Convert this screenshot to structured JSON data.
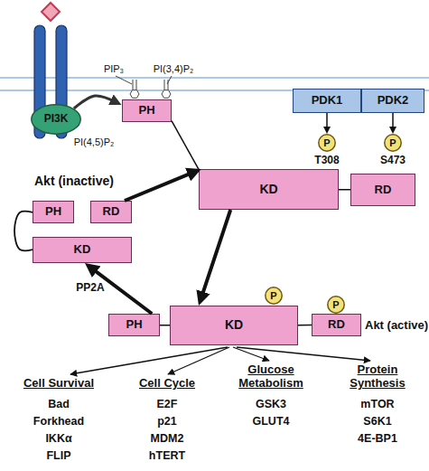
{
  "diagram": {
    "nodes": [
      {
        "text": [
          "PI3K"
        ]
      },
      {
        "text": [
          "PH"
        ]
      },
      {
        "text": [
          "PDK1"
        ]
      },
      {
        "text": [
          "PDK2"
        ]
      },
      {
        "text": [
          "P"
        ]
      },
      {
        "text": [
          "P"
        ]
      },
      {
        "text": [
          "KD"
        ]
      },
      {
        "text": [
          "RD"
        ]
      },
      {
        "text": [
          "PH"
        ]
      },
      {
        "text": [
          "RD"
        ]
      },
      {
        "text": [
          "KD"
        ]
      },
      {
        "text": [
          "P"
        ]
      },
      {
        "text": [
          "P"
        ]
      },
      {
        "text": [
          "PH"
        ]
      },
      {
        "text": [
          "KD"
        ]
      },
      {
        "text": [
          "RD"
        ]
      }
    ],
    "edges": [
      {
        "from": 0,
        "to": 1,
        "arrow": "to"
      },
      {
        "from": 2,
        "to": 4,
        "arrow": "to"
      },
      {
        "from": 3,
        "to": 5,
        "arrow": "to"
      },
      {
        "from": 1,
        "to": 6,
        "arrow": "none"
      },
      {
        "from": 6,
        "to": 7,
        "arrow": "none"
      },
      {
        "from": 8,
        "to": 10,
        "arrow": "none"
      },
      {
        "from": 9,
        "to": 6,
        "arrow": "to"
      },
      {
        "from": 6,
        "to": 14,
        "arrow": "to"
      },
      {
        "from": 13,
        "to": 10,
        "arrow": "to",
        "label": "PP2A"
      },
      {
        "from": 13,
        "to": 14,
        "arrow": "none"
      },
      {
        "from": 14,
        "to": 15,
        "arrow": "none"
      }
    ],
    "labels": [
      "PIP₃",
      "PI(3,4)P₂",
      "PI(4,5)P₂",
      "T308",
      "S473",
      "Akt (inactive)",
      "Akt (active)",
      "Cell Survival",
      "Cell Cycle",
      "Glucose Metabolism",
      "Protein Synthesis",
      "Bad",
      "Forkhead",
      "IKKα",
      "FLIP",
      "E2F",
      "p21",
      "MDM2",
      "hTERT",
      "GSK3",
      "GLUT4",
      "mTOR",
      "S6K1",
      "4E-BP1"
    ]
  }
}
